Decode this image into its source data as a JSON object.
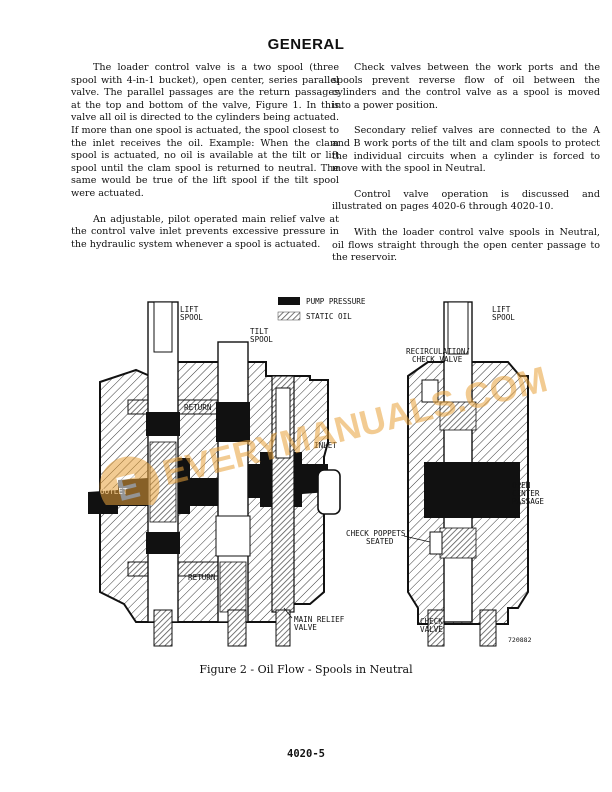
{
  "heading": "GENERAL",
  "left_column": [
    "The loader control valve is a two spool (three spool with 4-in-1 bucket), open center, series parallel valve. The parallel passages are the return passages at the top and bottom of the valve, Figure 1. In this valve all oil is directed to the cylinders being actuated. If more than one spool is actuated, the spool closest to the inlet receives the oil. Example: When the clam spool is actuated, no oil is available at the tilt or lift spool until the clam spool is returned to neutral. The same would be true of the lift spool if the tilt spool were actuated.",
    "An adjustable, pilot operated main relief valve at the control valve inlet prevents excessive pressure in the hydraulic system whenever a spool is actuated."
  ],
  "right_column": [
    "Check valves between the work ports and the spools prevent reverse flow of oil between the cylinders and the control valve as a spool is moved into a power position.",
    "Secondary relief valves are connected to the A and B work ports of the tilt and clam spools to protect the individual circuits when a cylinder is forced to move with the spool in Neutral.",
    "Control valve operation is discussed and illustrated on pages 4020-6 through 4020-10.",
    "With the loader control valve spools in Neutral, oil flows straight through the open center passage to the reservoir."
  ],
  "figure": {
    "legend": {
      "pump_pressure": "PUMP PRESSURE",
      "static_oil": "STATIC OIL"
    },
    "labels": {
      "lift_spool_1": "LIFT",
      "lift_spool_2": "SPOOL",
      "tilt_spool_1": "TILT",
      "tilt_spool_2": "SPOOL",
      "return_top": "RETURN",
      "return_bottom": "RETURN",
      "inlet": "INLET",
      "outlet": "OUTLET",
      "main_relief_1": "MAIN RELIEF",
      "main_relief_2": "VALVE",
      "lift_spool_r1": "LIFT",
      "lift_spool_r2": "SPOOL",
      "recirc_1": "RECIRCULATION/",
      "recirc_2": "CHECK VALVE",
      "open_center_1": "OPEN",
      "open_center_2": "CENTER",
      "open_center_3": "PASSAGE",
      "check_poppets_1": "CHECK POPPETS",
      "check_poppets_2": "SEATED",
      "check_valve_1": "CHECK",
      "check_valve_2": "VALVE",
      "fig_number": "720882"
    },
    "colors": {
      "pump_pressure": "#111111",
      "static_oil": "#9a9a9a",
      "body": "#ffffff"
    }
  },
  "caption": "Figure 2 - Oil Flow - Spools in Neutral",
  "page_number": "4020-5",
  "watermark": {
    "text": "EVERYMANUALS.COM",
    "color": "#e8a23a"
  }
}
